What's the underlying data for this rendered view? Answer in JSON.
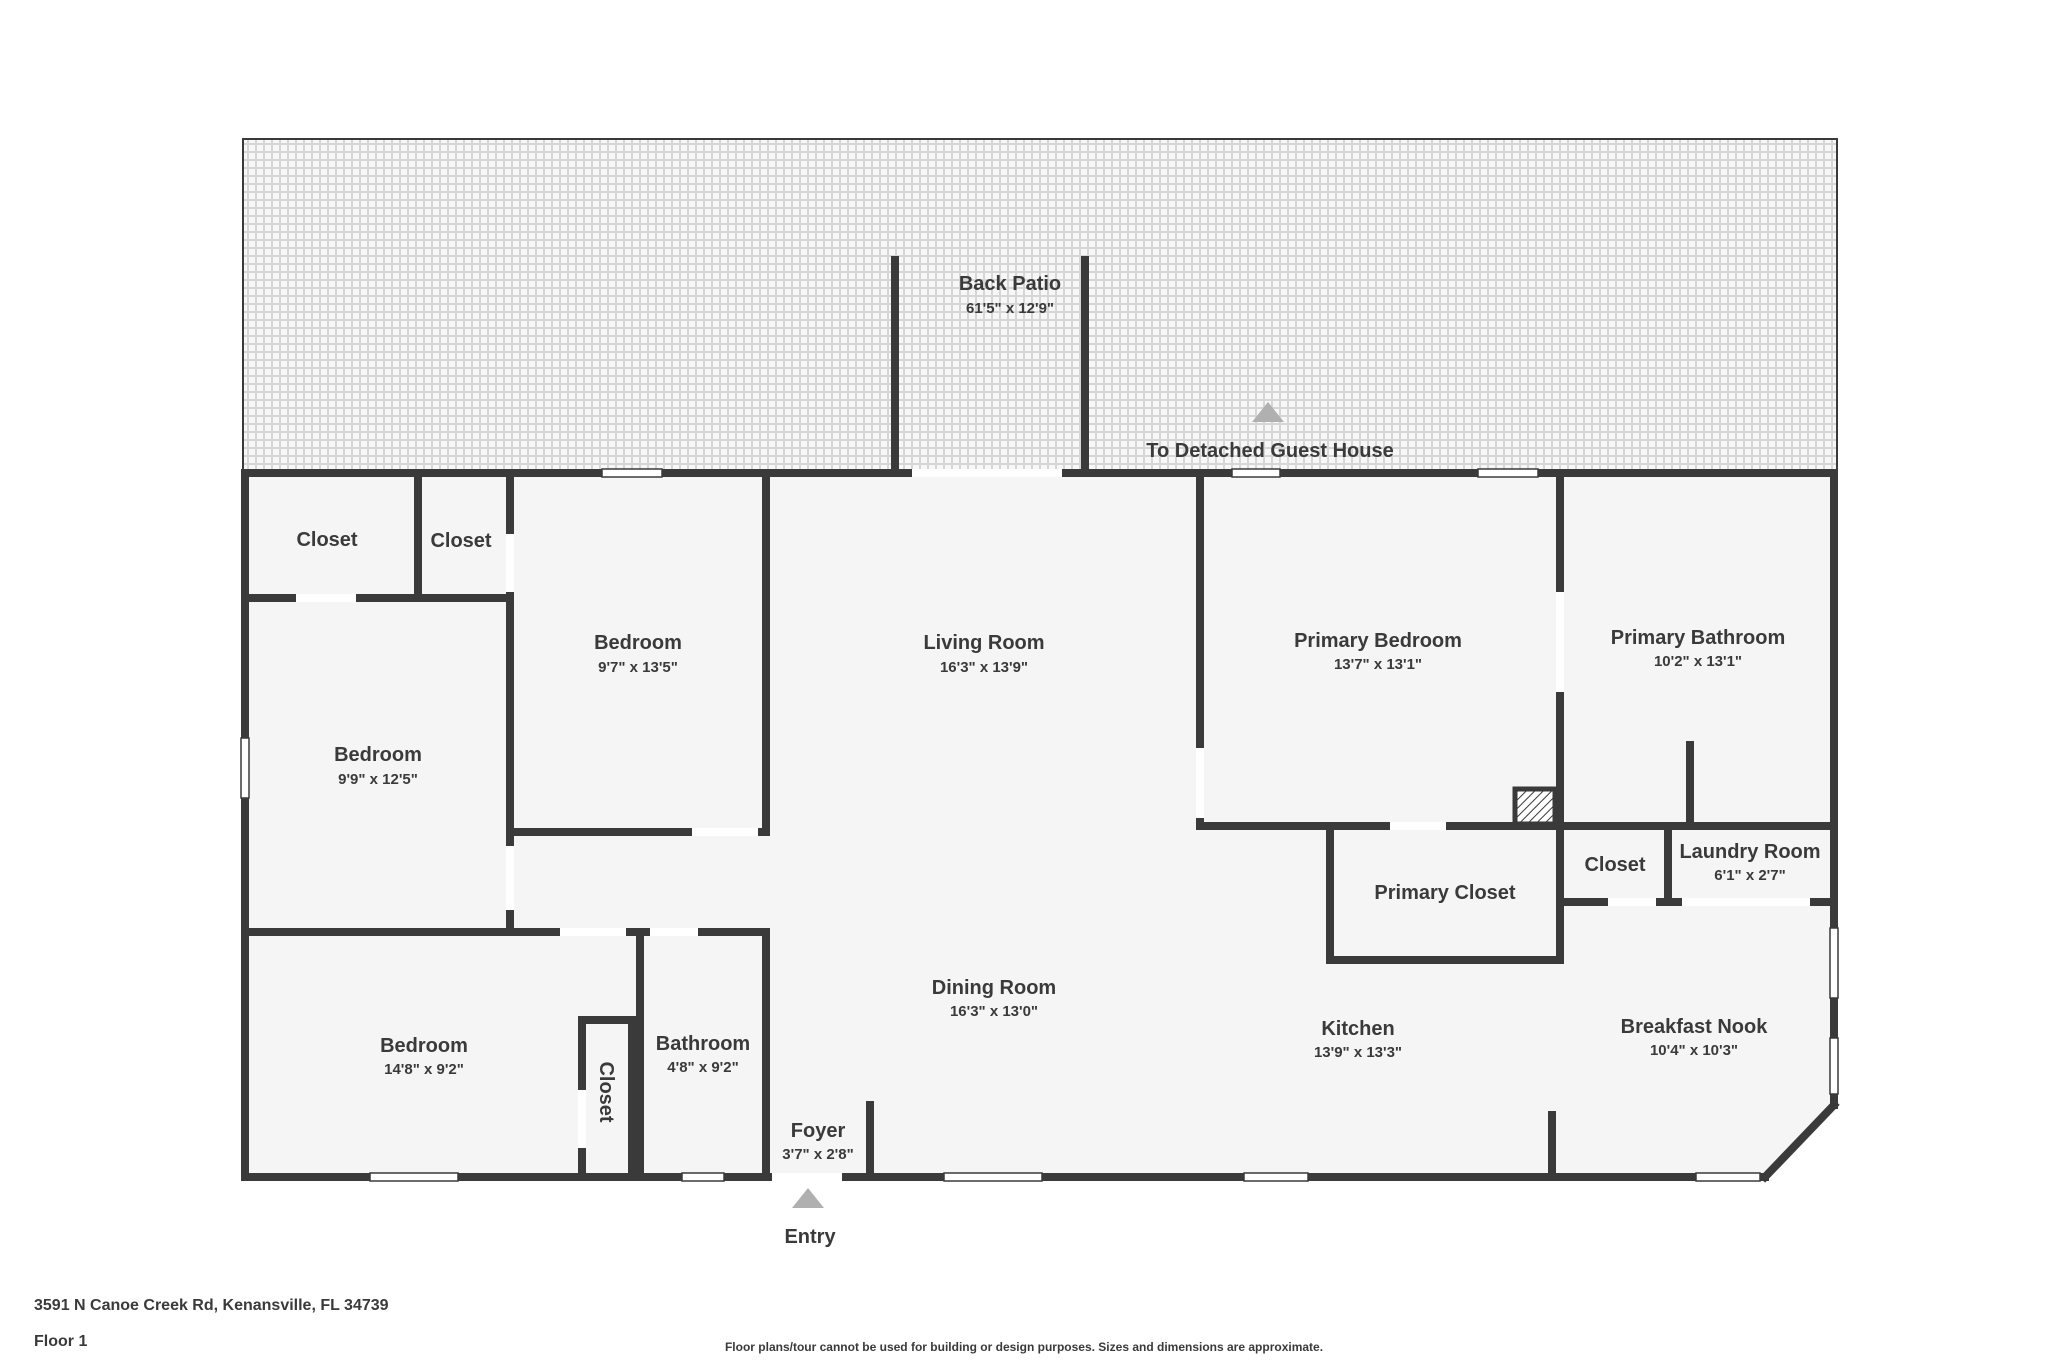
{
  "rooms": {
    "back_patio": {
      "name": "Back Patio",
      "dims": "61'5\" x 12'9\""
    },
    "closet_1": {
      "name": "Closet"
    },
    "closet_2": {
      "name": "Closet"
    },
    "bedroom_1": {
      "name": "Bedroom",
      "dims": "9'7\" x 13'5\""
    },
    "bedroom_2": {
      "name": "Bedroom",
      "dims": "9'9\" x 12'5\""
    },
    "bedroom_3": {
      "name": "Bedroom",
      "dims": "14'8\" x 9'2\""
    },
    "closet_3": {
      "name": "Closet"
    },
    "bathroom": {
      "name": "Bathroom",
      "dims": "4'8\" x 9'2\""
    },
    "living_room": {
      "name": "Living Room",
      "dims": "16'3\" x 13'9\""
    },
    "dining_room": {
      "name": "Dining Room",
      "dims": "16'3\" x 13'0\""
    },
    "foyer": {
      "name": "Foyer",
      "dims": "3'7\" x 2'8\""
    },
    "primary_bedroom": {
      "name": "Primary Bedroom",
      "dims": "13'7\" x 13'1\""
    },
    "primary_bathroom": {
      "name": "Primary Bathroom",
      "dims": "10'2\" x 13'1\""
    },
    "primary_closet": {
      "name": "Primary Closet"
    },
    "closet_4": {
      "name": "Closet"
    },
    "laundry_room": {
      "name": "Laundry Room",
      "dims": "6'1\" x 2'7\""
    },
    "kitchen": {
      "name": "Kitchen",
      "dims": "13'9\" x 13'3\""
    },
    "breakfast_nook": {
      "name": "Breakfast Nook",
      "dims": "10'4\" x 10'3\""
    }
  },
  "markers": {
    "guest_house": "To Detached Guest House",
    "entry": "Entry"
  },
  "footer": {
    "address": "3591 N Canoe Creek Rd, Kenansville, FL 34739",
    "floor": "Floor 1",
    "disclaimer": "Floor plans/tour cannot be used for building or design purposes. Sizes and dimensions are approximate."
  },
  "colors": {
    "wall": "#3a3a3a",
    "floor": "#f5f5f5",
    "patio_grid": "#d6d6d6",
    "marker": "#b0b0b0"
  }
}
